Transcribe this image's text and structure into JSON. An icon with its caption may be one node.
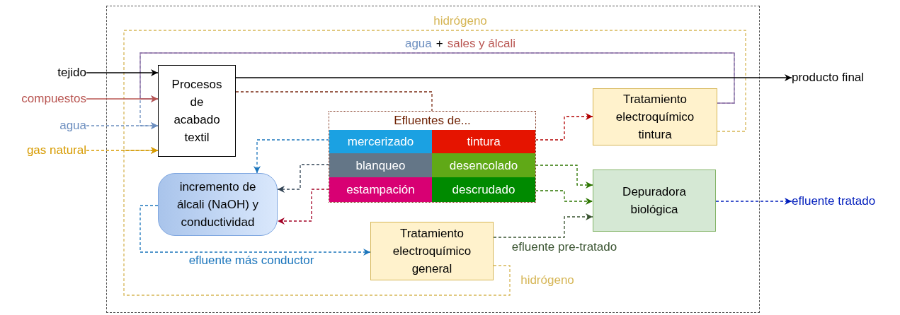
{
  "diagram": {
    "nodes": [
      {
        "text": [
          "tejido"
        ]
      },
      {
        "text": [
          "compuestos"
        ]
      },
      {
        "text": [
          "agua"
        ]
      },
      {
        "text": [
          "gas natural"
        ]
      },
      {
        "text": [
          "Procesos de acabado textil"
        ]
      },
      {
        "text": [
          "producto final"
        ]
      },
      {
        "text": [
          "Efluentes de..."
        ]
      },
      {
        "text": [
          "mercerizado"
        ],
        "in": 6
      },
      {
        "text": [
          "tintura"
        ],
        "in": 6
      },
      {
        "text": [
          "blanqueo"
        ],
        "in": 6
      },
      {
        "text": [
          "desencolado"
        ],
        "in": 6
      },
      {
        "text": [
          "estampación"
        ],
        "in": 6
      },
      {
        "text": [
          "descrudado"
        ],
        "in": 6
      },
      {
        "text": [
          "incremento de álcali (NaOH) y conductividad"
        ]
      },
      {
        "text": [
          "Tratamiento electroquímico tintura"
        ]
      },
      {
        "text": [
          "Tratamiento electroquímico general"
        ]
      },
      {
        "text": [
          "Depuradora biológica"
        ]
      },
      {
        "text": [
          "efluente tratado"
        ]
      }
    ],
    "edges": [
      {
        "from": 0,
        "to": 4,
        "arrow": "to"
      },
      {
        "from": 1,
        "to": 4,
        "arrow": "to",
        "color": "#b85450"
      },
      {
        "from": 2,
        "to": 4,
        "arrow": "to",
        "style": "dashed",
        "color": "#6c8ebf"
      },
      {
        "from": 3,
        "to": 4,
        "arrow": "to",
        "style": "dashed",
        "color": "#d79b00"
      },
      {
        "from": 4,
        "to": 5,
        "arrow": "to"
      },
      {
        "from": 4,
        "to": 6,
        "arrow": "none",
        "style": "dashed",
        "color": "#7a2a12"
      },
      {
        "from": 7,
        "to": 13,
        "arrow": "to",
        "style": "dashed",
        "color": "#1b75bc"
      },
      {
        "from": 9,
        "to": 13,
        "arrow": "to",
        "style": "dashed",
        "color": "#314354"
      },
      {
        "from": 11,
        "to": 13,
        "arrow": "to",
        "style": "dashed",
        "color": "#a20025"
      },
      {
        "from": 8,
        "to": 14,
        "arrow": "to",
        "style": "dashed",
        "color": "#b20000"
      },
      {
        "from": 10,
        "to": 16,
        "arrow": "to",
        "style": "dashed",
        "color": "#2d7600"
      },
      {
        "from": 12,
        "to": 16,
        "arrow": "to",
        "style": "dashed",
        "color": "#2d7600"
      },
      {
        "from": 15,
        "to": 16,
        "arrow": "to",
        "label": "efluente pre-tratado",
        "style": "dashed",
        "color": "#3a5431"
      },
      {
        "from": 13,
        "to": 15,
        "arrow": "to",
        "label": "efluente más conductor",
        "style": "dashed",
        "color": "#1b75bc"
      },
      {
        "from": 16,
        "to": 17,
        "arrow": "to",
        "style": "dashed",
        "color": "#001dbc"
      },
      {
        "from": 14,
        "to": 4,
        "arrow": "to",
        "color": "#9673a6"
      },
      {
        "from": 14,
        "to": 4,
        "arrow": "to",
        "style": "dashed",
        "color": "#6c8ebf"
      },
      {
        "from": 14,
        "to": 4,
        "arrow": "to",
        "label": "hidrógeno",
        "style": "dashed",
        "color": "#d6b656"
      },
      {
        "from": 15,
        "to": 4,
        "arrow": "to",
        "label": "hidrógeno",
        "style": "dashed",
        "color": "#d6b656"
      }
    ],
    "labels": [
      "agua",
      "+",
      "sales y álcali"
    ]
  }
}
